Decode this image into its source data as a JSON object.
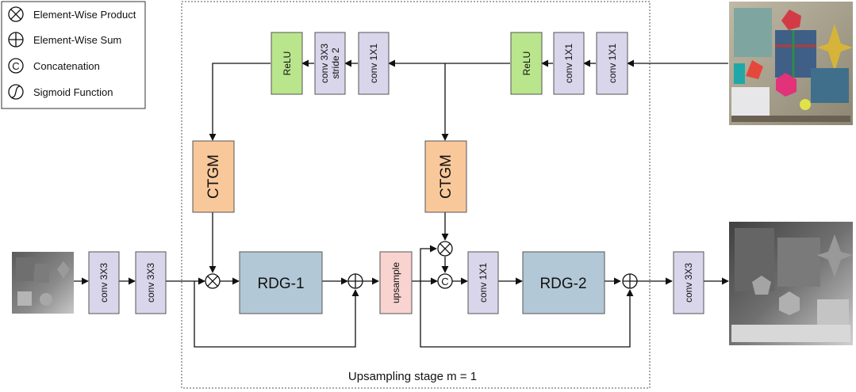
{
  "legend": {
    "items": [
      {
        "icon": "element-wise-product-icon",
        "label": "Element-Wise Product"
      },
      {
        "icon": "element-wise-sum-icon",
        "label": "Element-Wise Sum"
      },
      {
        "icon": "concatenation-icon",
        "label": "Concatenation"
      },
      {
        "icon": "sigmoid-function-icon",
        "label": "Sigmoid Function"
      }
    ],
    "concat_symbol": "C"
  },
  "stage_label": "Upsampling stage m = 1",
  "blocks": {
    "conv_in_1": "conv 3X3",
    "conv_in_2": "conv 3X3",
    "rdg1": "RDG-1",
    "upsample": "upsample",
    "conv_mid": "conv 1X1",
    "rdg2": "RDG-2",
    "conv_out": "conv 3X3",
    "ctgm_left": "CTGM",
    "ctgm_right": "CTGM",
    "top_conv_a": "conv 1X1",
    "top_conv_b": "conv 1X1",
    "top_relu_right": "ReLU",
    "top_conv_c": "conv 1X1",
    "top_conv_stride_line1": "conv 3X3",
    "top_conv_stride_line2": "stride 2",
    "top_relu_left": "ReLU"
  },
  "colors": {
    "conv": "#d9d5ea",
    "relu": "#b9e58c",
    "ctgm": "#f9c89a",
    "rdg": "#b3c8d6",
    "upsample": "#f8d3d0",
    "stroke": "#333333"
  }
}
